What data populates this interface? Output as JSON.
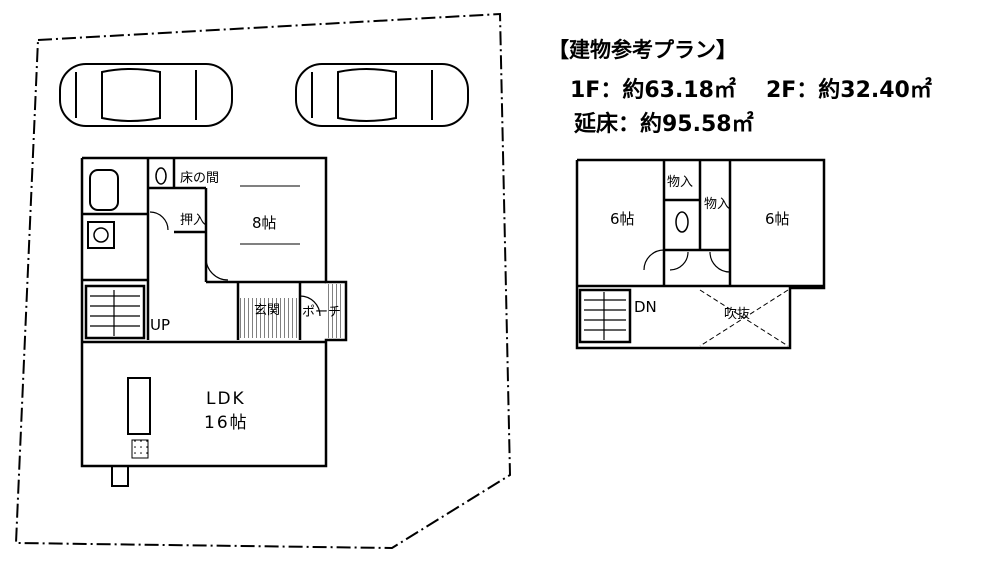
{
  "header": {
    "title": "【建物参考プラン】",
    "floor1": "1F：約63.18㎡",
    "floor2": "2F：約32.40㎡",
    "total": "延床：約95.58㎡"
  },
  "floor1": {
    "toko": "床の間",
    "oshi": "押入",
    "room8": "8帖",
    "genkan": "玄関",
    "porch": "ポーチ",
    "up": "UP",
    "ldk": "LDK",
    "ldk_size": "16帖"
  },
  "floor2": {
    "room_left": "6帖",
    "room_right": "6帖",
    "storage_left": "物入",
    "storage_right": "物入",
    "dn": "DN",
    "fukinuke": "吹抜"
  }
}
